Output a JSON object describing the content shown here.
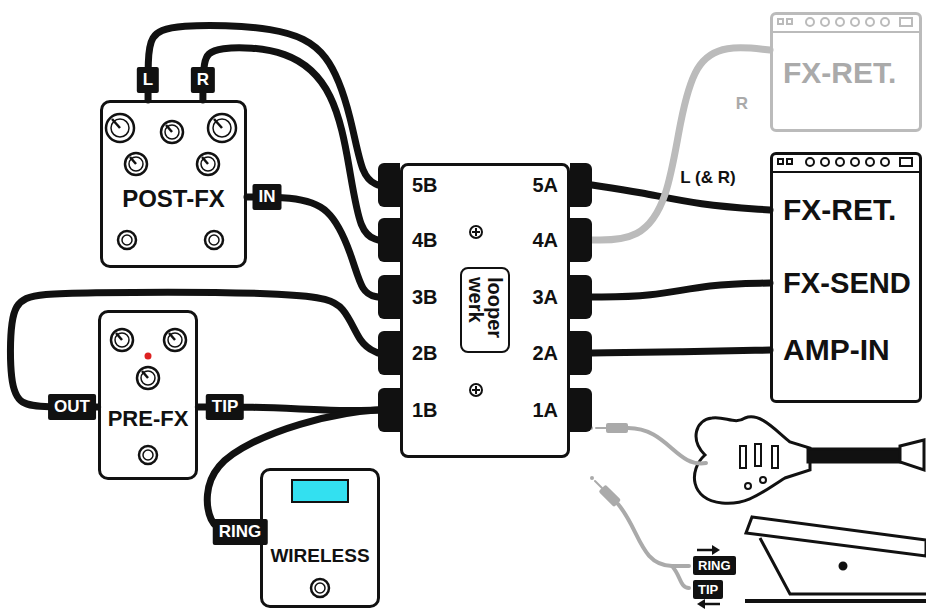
{
  "diagram": {
    "nodes": [
      {
        "text": [
          "POST-FX"
        ]
      },
      {
        "text": [
          "FX-RET."
        ]
      },
      {
        "text": [
          "looper werk"
        ]
      },
      {
        "text": [
          "5B"
        ],
        "in": 2
      },
      {
        "text": [
          "4B"
        ],
        "in": 2
      },
      {
        "text": [
          "3B"
        ],
        "in": 2
      },
      {
        "text": [
          "2B"
        ],
        "in": 2
      },
      {
        "text": [
          "1B"
        ],
        "in": 2
      },
      {
        "text": [
          "5A"
        ],
        "in": 2
      },
      {
        "text": [
          "4A"
        ],
        "in": 2
      },
      {
        "text": [
          "3A"
        ],
        "in": 2
      },
      {
        "text": [
          "2A"
        ],
        "in": 2
      },
      {
        "text": [
          "1A"
        ],
        "in": 2
      },
      {
        "text": [
          "FX-RET.",
          "FX-SEND",
          "AMP-IN"
        ]
      },
      {
        "text": [
          "PRE-FX"
        ]
      },
      {
        "text": [
          "WIRELESS"
        ]
      },
      {
        "text": [
          "RING",
          "TIP"
        ]
      }
    ],
    "edges": [
      {
        "from": 0,
        "to": 3,
        "arrow": "none",
        "label": "L"
      },
      {
        "from": 0,
        "to": 4,
        "arrow": "none",
        "label": "R"
      },
      {
        "from": 0,
        "to": 5,
        "arrow": "none",
        "label": "IN"
      },
      {
        "from": 14,
        "to": 6,
        "arrow": "none",
        "label": "OUT"
      },
      {
        "from": 14,
        "to": 7,
        "arrow": "none",
        "label": "TIP"
      },
      {
        "from": 15,
        "to": 7,
        "arrow": "none",
        "label": "RING"
      },
      {
        "from": 8,
        "to": 13,
        "arrow": "none",
        "label": "L (& R)"
      },
      {
        "from": 9,
        "to": 1,
        "arrow": "none",
        "label": "R"
      },
      {
        "from": 10,
        "to": 13,
        "arrow": "none"
      },
      {
        "from": 11,
        "to": 13,
        "arrow": "none"
      }
    ]
  }
}
